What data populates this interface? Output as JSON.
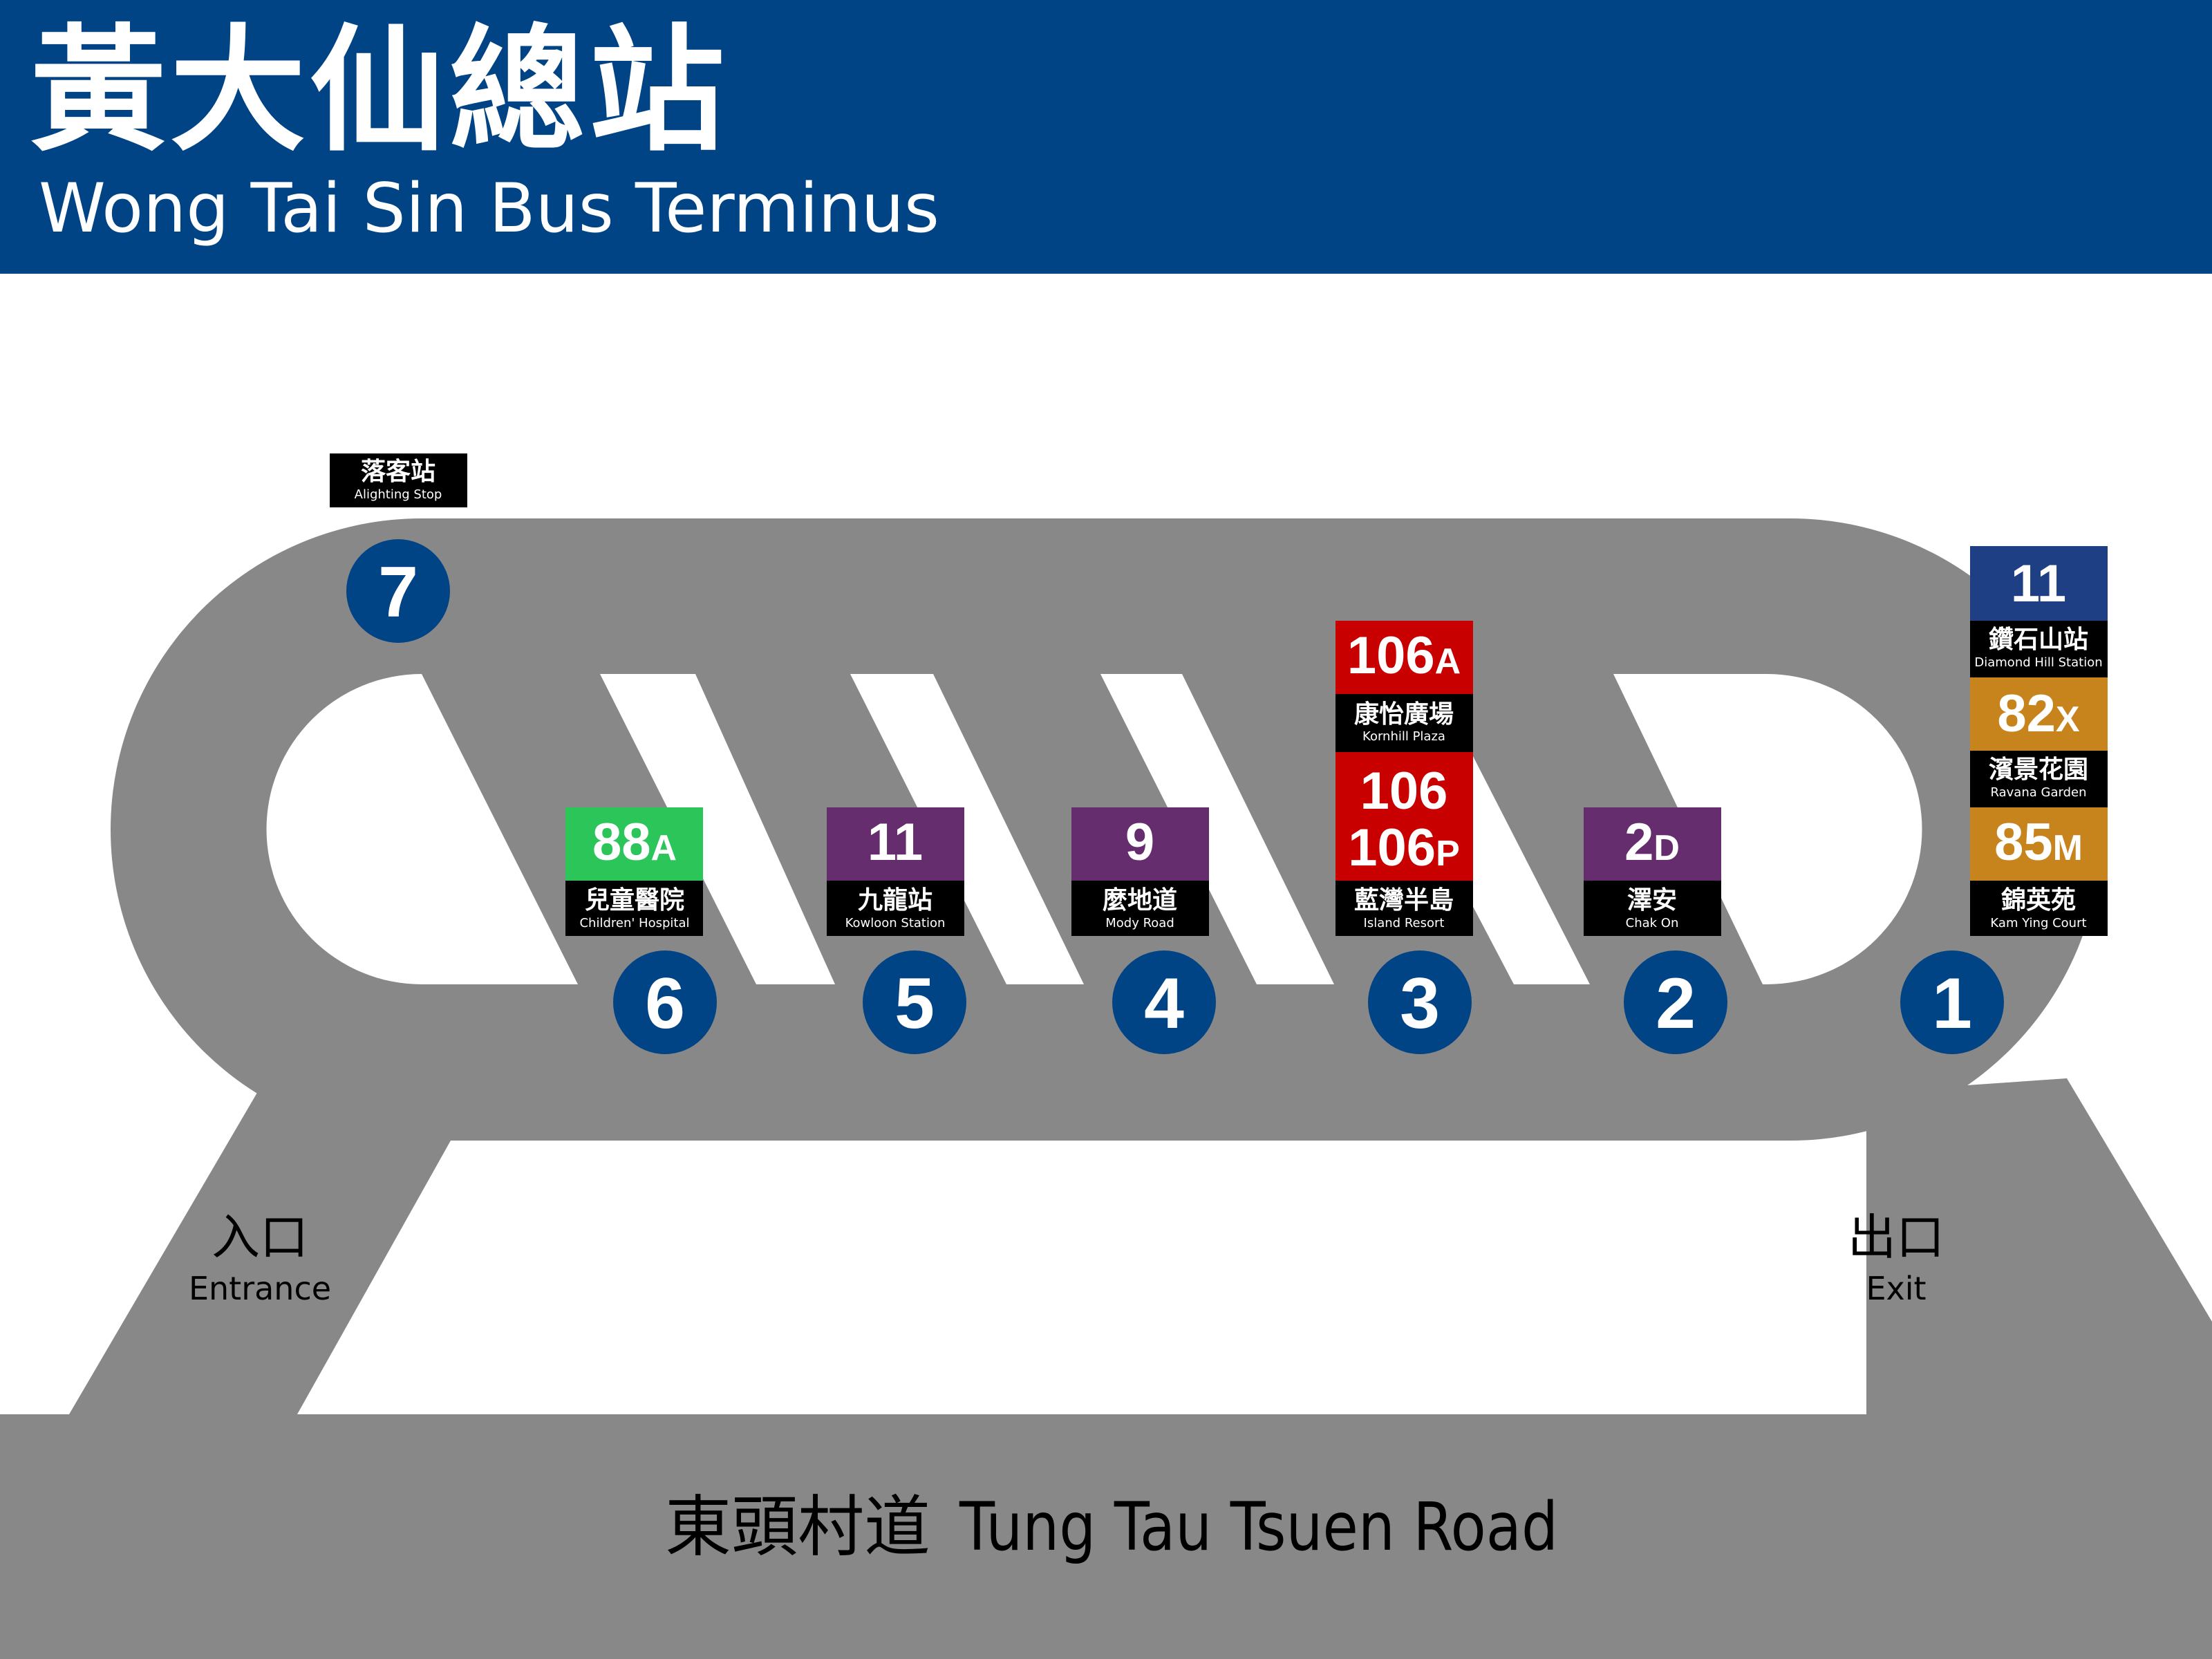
{
  "header": {
    "title_zh": "黃大仙總站",
    "title_en": "Wong Tai Sin Bus Terminus"
  },
  "colors": {
    "header_bg": "#004486",
    "road": "#888888",
    "stand_circle": "#004486",
    "purple": "#662d6e",
    "red": "#c80000",
    "green": "#2bc55a",
    "orange": "#c8841c",
    "navy": "#1f3f84",
    "black": "#000000"
  },
  "alighting_stop": {
    "zh": "落客站",
    "en": "Alighting Stop"
  },
  "stands": [
    "1",
    "2",
    "3",
    "4",
    "5",
    "6",
    "7"
  ],
  "entrance": {
    "zh": "入口",
    "en": "Entrance"
  },
  "exit": {
    "zh": "出口",
    "en": "Exit"
  },
  "road": {
    "zh": "東頭村道",
    "en": "Tung Tau Tsuen Road"
  },
  "routes": {
    "stand6": {
      "num": "88",
      "suffix": "A",
      "dest_zh": "兒童醫院",
      "dest_en": "Children' Hospital"
    },
    "stand5": {
      "num": "11",
      "dest_zh": "九龍站",
      "dest_en": "Kowloon Station"
    },
    "stand4": {
      "num": "9",
      "dest_zh": "麼地道",
      "dest_en": "Mody Road"
    },
    "stand3a": {
      "num": "106",
      "suffix": "A",
      "dest_zh": "康怡廣場",
      "dest_en": "Kornhill Plaza"
    },
    "stand3b": {
      "num1": "106",
      "num2": "106",
      "suffix2": "P",
      "dest_zh": "藍灣半島",
      "dest_en": "Island Resort"
    },
    "stand2": {
      "num": "2",
      "suffix": "D",
      "dest_zh": "澤安",
      "dest_en": "Chak On"
    },
    "stand1a": {
      "num": "11",
      "dest_zh": "鑽石山站",
      "dest_en": "Diamond Hill Station"
    },
    "stand1b": {
      "num": "82",
      "suffix": "X",
      "dest_zh": "濱景花園",
      "dest_en": "Ravana Garden"
    },
    "stand1c": {
      "num": "85",
      "suffix": "M",
      "dest_zh": "錦英苑",
      "dest_en": "Kam Ying Court"
    }
  }
}
